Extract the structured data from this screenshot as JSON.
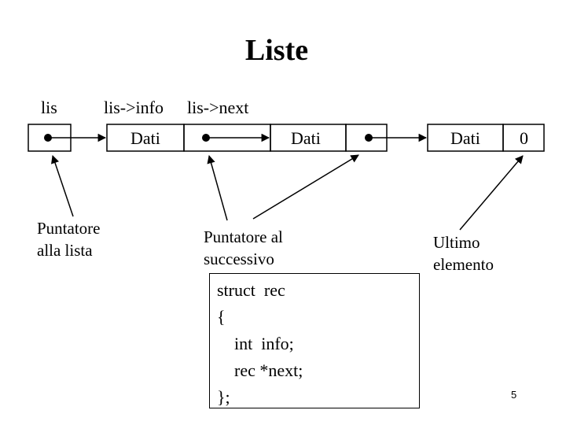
{
  "title": "Liste",
  "labels": {
    "lis": "lis",
    "lis_info": "lis->info",
    "lis_next": "lis->next"
  },
  "nodes": [
    {
      "data": "Dati"
    },
    {
      "data": "Dati"
    },
    {
      "data": "Dati",
      "next": "0"
    }
  ],
  "annotations": {
    "pointer_to_list": "Puntatore\nalla lista",
    "pointer_to_next": "Puntatore al\nsuccessivo",
    "last_element": "Ultimo\nelemento"
  },
  "code": "struct  rec\n{\n    int  info;\n    rec *next;\n};",
  "slide_number": "5"
}
